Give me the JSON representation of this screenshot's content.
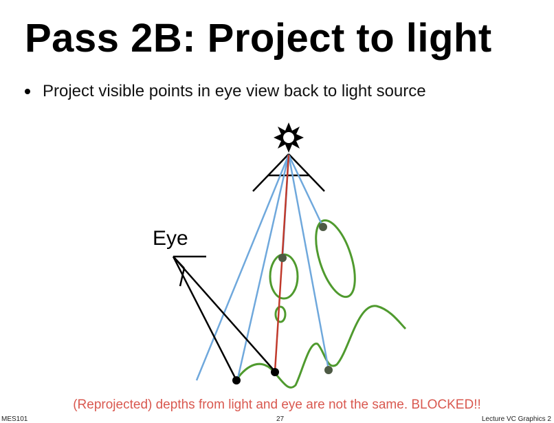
{
  "slide": {
    "title": "Pass 2B: Project to light",
    "bullet": "Project visible points in eye view back to light source",
    "eye_label": "Eye",
    "caption": "(Reprojected) depths from light and eye are not the same.  BLOCKED!!",
    "footer": {
      "left": "MES101",
      "center": "27",
      "right": "Lecture VC Graphics 2"
    }
  },
  "diagram": {
    "light_icon": "sun-icon",
    "colors": {
      "projection_ray": "#6fa8dc",
      "blocked_ray": "#c0392b",
      "eye_ray": "#000000",
      "surface": "#4f9a2e",
      "point": "#4d5a44",
      "caption": "#d9584f"
    }
  }
}
